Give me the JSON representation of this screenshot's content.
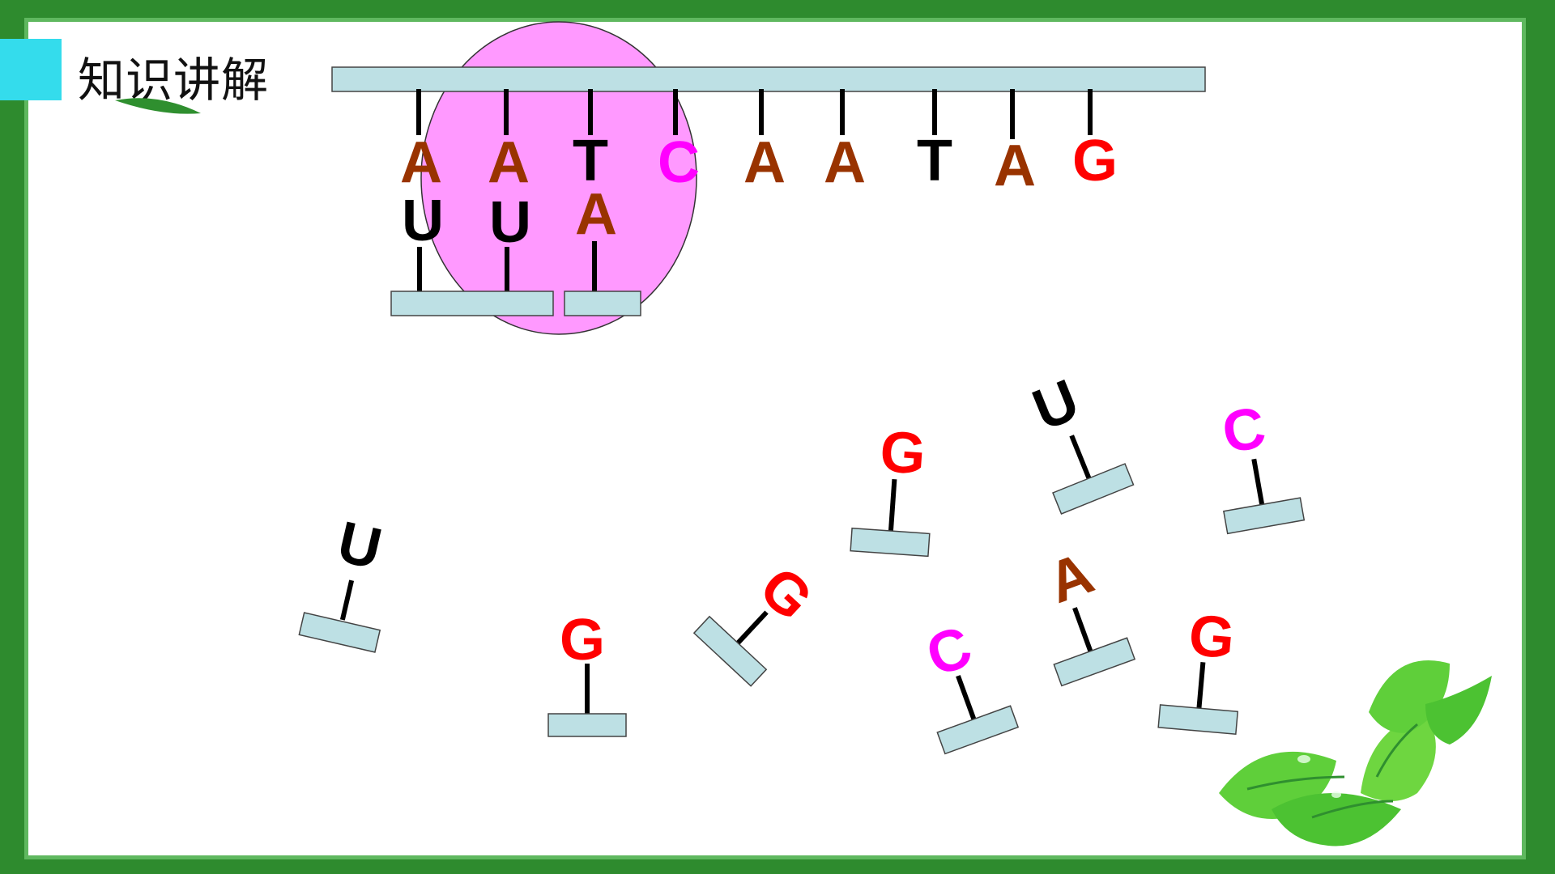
{
  "slide": {
    "title": "知识讲解"
  },
  "colors": {
    "frame_green": "#2e8b2e",
    "title_accent": "#34dcec",
    "ribosome": "#ff99ff",
    "strand": "#bde0e4",
    "A": "#993300",
    "T": "#000000",
    "U": "#000000",
    "C": "#ff00ff",
    "G": "#ff0000"
  },
  "mrna": {
    "bases": [
      "A",
      "A",
      "T",
      "C",
      "A",
      "A",
      "T",
      "A",
      "G"
    ]
  },
  "paired": {
    "bases": [
      "U",
      "U",
      "A"
    ]
  },
  "free_trna": {
    "bases": [
      "U",
      "G",
      "G",
      "G",
      "C",
      "A",
      "G",
      "U",
      "C"
    ]
  },
  "icons": {
    "leaf_cluster": "leaf-cluster-icon",
    "leaf_small": "leaf-small-icon"
  }
}
